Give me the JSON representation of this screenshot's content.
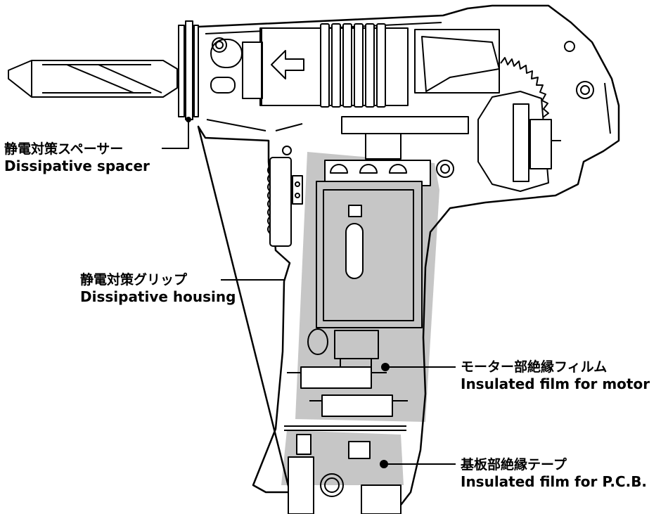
{
  "colors": {
    "line": "#000000",
    "film": "#c8c8c8",
    "background": "#ffffff"
  },
  "labels": {
    "spacer": {
      "jp": "静電対策スペーサー",
      "en": "Dissipative spacer"
    },
    "housing": {
      "jp": "静電対策グリップ",
      "en": "Dissipative housing"
    },
    "motor": {
      "jp": "モーター部絶縁フィルム",
      "en": "Insulated film for motor"
    },
    "pcb": {
      "jp": "基板部絶縁テープ",
      "en": "Insulated film for P.C.B."
    }
  },
  "parts": [
    "nozzle",
    "spacer",
    "heater-fins",
    "arrow-icon",
    "gear",
    "motor",
    "pcb",
    "film",
    "switch",
    "grip"
  ]
}
